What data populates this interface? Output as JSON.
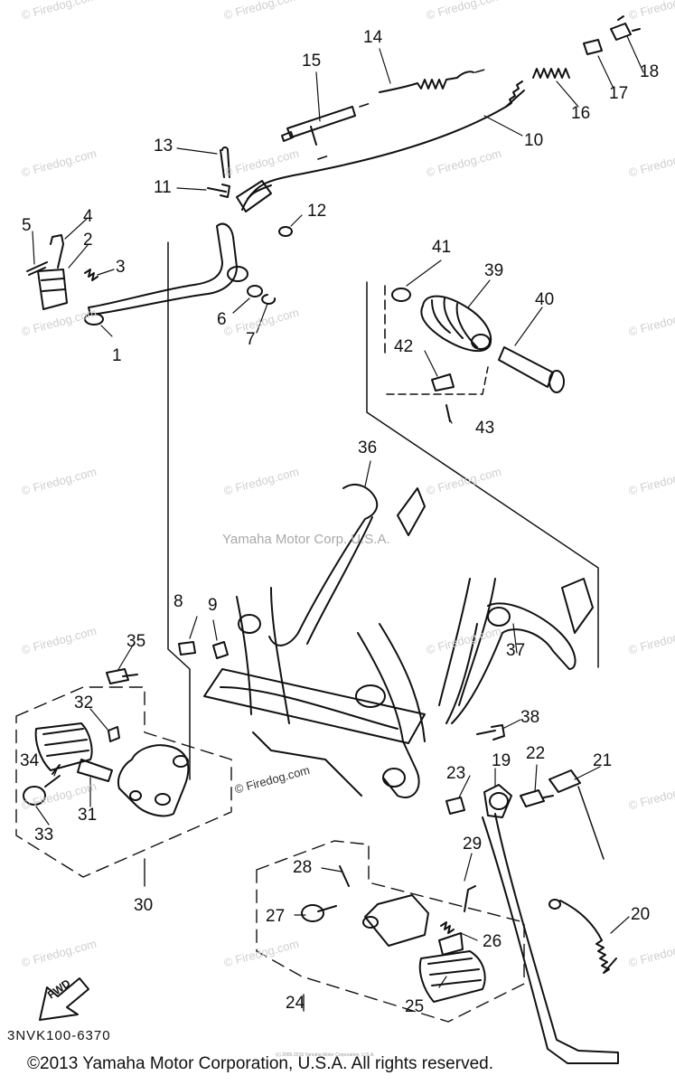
{
  "watermarks": {
    "corner_text": "© Firedog.com",
    "center_text": "Yamaha Motor Corp. U.S.A.",
    "inline_text": "© Firedog.com"
  },
  "callouts": [
    "1",
    "2",
    "3",
    "4",
    "5",
    "6",
    "7",
    "8",
    "9",
    "10",
    "11",
    "12",
    "13",
    "14",
    "15",
    "16",
    "17",
    "18",
    "19",
    "20",
    "21",
    "22",
    "23",
    "24",
    "25",
    "26",
    "27",
    "28",
    "29",
    "30",
    "31",
    "32",
    "33",
    "34",
    "35",
    "36",
    "37",
    "38",
    "39",
    "40",
    "41",
    "42",
    "43"
  ],
  "fwd_label": "FWD",
  "drawing_code": "3NVK100-6370",
  "copyright": "©2013 Yamaha Motor Corporation, U.S.A. All rights reserved.",
  "tiny_note": "(c) 2005-2016 Yamaha Motor Corporation, U.S.A."
}
